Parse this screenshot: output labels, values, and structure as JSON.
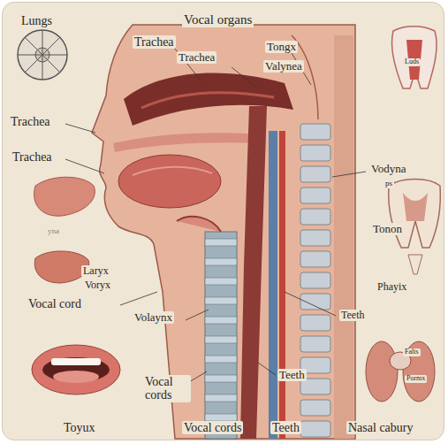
{
  "diagram": {
    "title": "Vocal organs",
    "labels": [
      "Lungs",
      "Trachea",
      "Trachea",
      "Tongx",
      "Valynea",
      "Luds",
      "Trachea",
      "Trachea",
      "Vodyna",
      "ps",
      "Tonon",
      "yna",
      "Laryx",
      "Voryx",
      "Vocal cord",
      "Phayix",
      "Volaynx",
      "Teeth",
      "Vocal cords",
      "Teeth",
      "Falts",
      "Pormx",
      "Toyux",
      "Vocal cords",
      "Teeth",
      "Nasal cabury"
    ]
  }
}
